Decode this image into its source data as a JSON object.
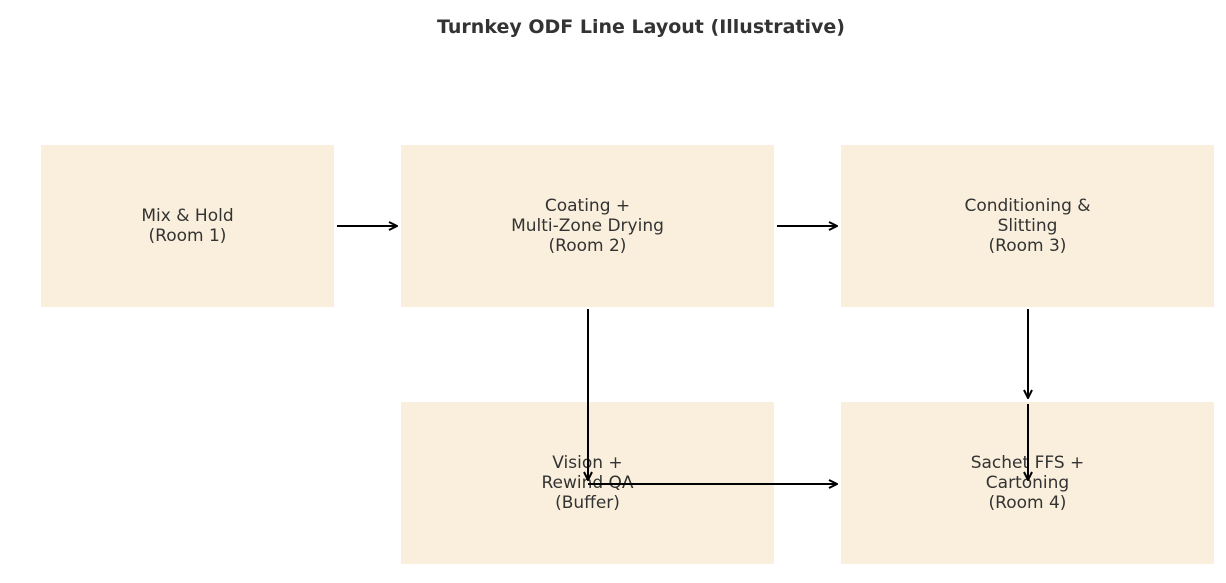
{
  "title": "Turnkey ODF Line Layout (Illustrative)",
  "colors": {
    "box_fill": "#FAEFDC",
    "text": "#333333",
    "arrow": "#000000"
  },
  "nodes": [
    {
      "id": "mix-hold",
      "lines": [
        "Mix & Hold",
        "(Room 1)"
      ]
    },
    {
      "id": "coating-drying",
      "lines": [
        "Coating +",
        "Multi-Zone Drying",
        "(Room 2)"
      ]
    },
    {
      "id": "conditioning-slitting",
      "lines": [
        "Conditioning &",
        "Slitting",
        "(Room 3)"
      ]
    },
    {
      "id": "vision-rewind",
      "lines": [
        "Vision +",
        "Rewind QA",
        "(Buffer)"
      ]
    },
    {
      "id": "sachet-cartoning",
      "lines": [
        "Sachet FFS +",
        "Cartoning",
        "(Room 4)"
      ]
    }
  ],
  "edges": [
    {
      "from": "mix-hold",
      "to": "coating-drying"
    },
    {
      "from": "coating-drying",
      "to": "conditioning-slitting"
    },
    {
      "from": "coating-drying",
      "to": "vision-rewind"
    },
    {
      "from": "conditioning-slitting",
      "to": "sachet-cartoning"
    },
    {
      "from": "vision-rewind",
      "to": "sachet-cartoning"
    },
    {
      "from": "sachet-cartoning",
      "to": "sachet-cartoning"
    }
  ]
}
